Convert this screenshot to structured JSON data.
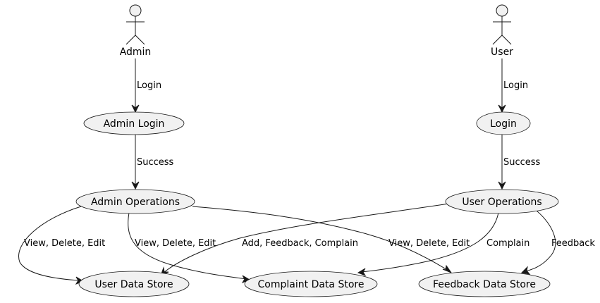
{
  "actors": {
    "admin": {
      "label": "Admin"
    },
    "user": {
      "label": "User"
    }
  },
  "usecases": {
    "admin_login": {
      "label": "Admin Login"
    },
    "login": {
      "label": "Login"
    },
    "admin_operations": {
      "label": "Admin Operations"
    },
    "user_operations": {
      "label": "User Operations"
    },
    "user_data_store": {
      "label": "User Data Store"
    },
    "complaint_data_store": {
      "label": "Complaint Data Store"
    },
    "feedback_data_store": {
      "label": "Feedback Data Store"
    }
  },
  "edges": {
    "admin_to_admin_login": {
      "label": "Login"
    },
    "admin_login_to_admin_operations": {
      "label": "Success"
    },
    "user_to_login": {
      "label": "Login"
    },
    "login_to_user_operations": {
      "label": "Success"
    },
    "admin_ops_to_user_data": {
      "label": "View, Delete, Edit"
    },
    "admin_ops_to_complaint_data": {
      "label": "View, Delete, Edit"
    },
    "admin_ops_to_feedback_data": {
      "label": "View, Delete, Edit"
    },
    "user_ops_to_user_data": {
      "label": "Add, Feedback, Complain"
    },
    "user_ops_to_complaint_data": {
      "label": "Complain"
    },
    "user_ops_to_feedback_data": {
      "label": "Feedback"
    }
  },
  "colors": {
    "node_fill": "#f1f1f1",
    "stroke": "#181818",
    "text": "#000000",
    "background": "#ffffff"
  }
}
